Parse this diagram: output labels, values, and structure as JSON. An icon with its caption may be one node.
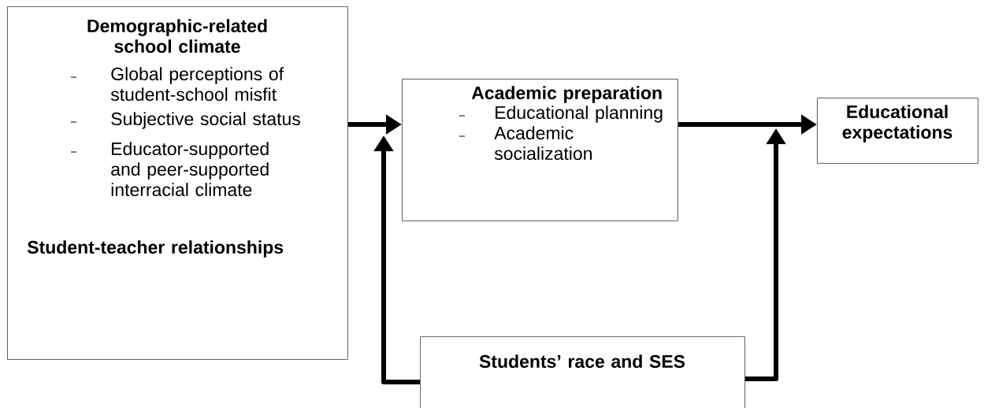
{
  "diagram": {
    "nodes": [
      {
        "text": [
          "Demographic-related school climate",
          "Global perceptions of student-school misfit",
          "Subjective social status",
          "Educator-supported and peer-supported interracial climate",
          "Student-teacher relationships"
        ]
      },
      {
        "text": [
          "Academic preparation",
          "Educational planning",
          "Academic socialization"
        ]
      },
      {
        "text": [
          "Educational expectations"
        ]
      },
      {
        "text": [
          "Students’ race and SES"
        ]
      }
    ],
    "edges": [
      {
        "from": 0,
        "to": 1,
        "arrow": "to"
      },
      {
        "from": 1,
        "to": 2,
        "arrow": "to"
      },
      {
        "from": 3,
        "to": null,
        "arrow": "to"
      },
      {
        "from": 3,
        "to": null,
        "arrow": "to"
      }
    ]
  }
}
